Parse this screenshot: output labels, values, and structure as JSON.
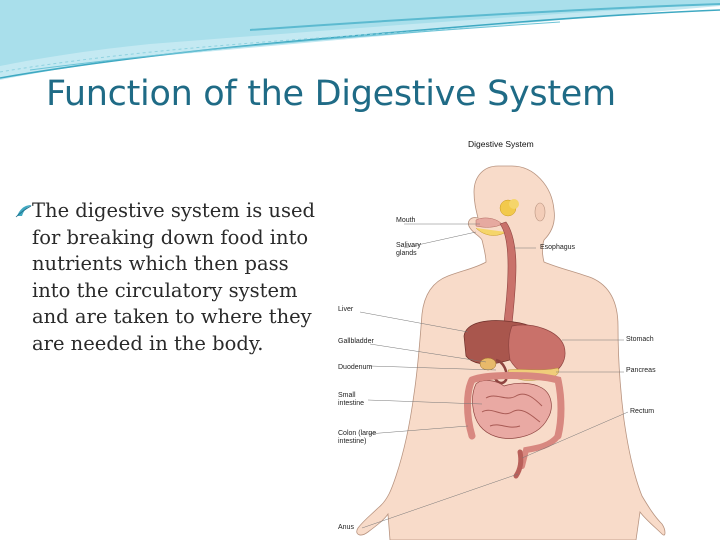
{
  "slide": {
    "title": "Function of the Digestive System",
    "bullet": "The digestive system is used for breaking down food into nutrients which then pass into the circulatory system and are taken to where they are needed in the body."
  },
  "diagram": {
    "title": "Digestive System",
    "labels": {
      "mouth": "Mouth",
      "salivary_glands": "Salivary glands",
      "esophagus": "Esophagus",
      "liver": "Liver",
      "gallbladder": "Gallbladder",
      "stomach": "Stomach",
      "duodenum": "Duodenum",
      "pancreas": "Pancreas",
      "small_intestine": "Small intestine",
      "rectum": "Rectum",
      "colon": "Colon (large intestine)",
      "anus": "Anus"
    }
  },
  "colors": {
    "title": "#1f6b86",
    "accent_teal": "#4fb3c7",
    "skin": "#f7d7c4",
    "organ": "#c9716a"
  }
}
